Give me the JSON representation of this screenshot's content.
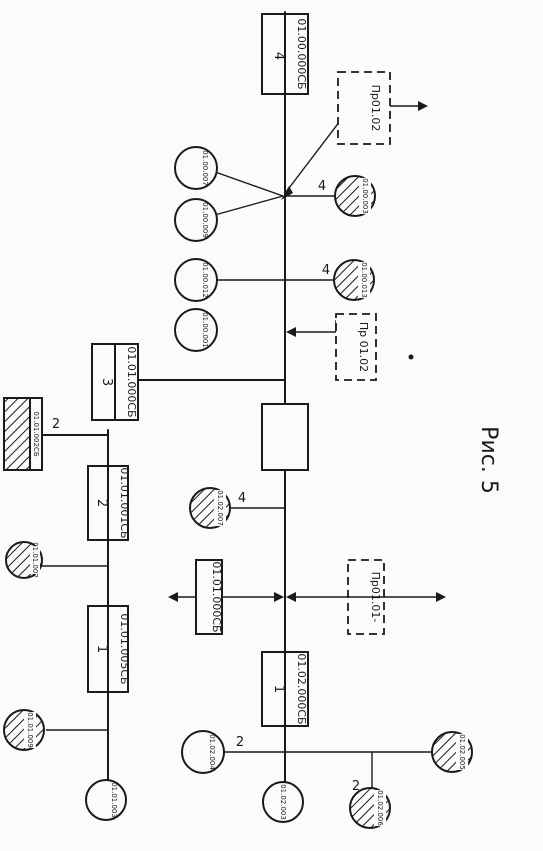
{
  "caption": "Рис. 5",
  "main_line": {
    "top_box": {
      "number": "4",
      "code": "01.00.000СБ"
    },
    "unlabeled_box": {
      "number": "",
      "code": ""
    },
    "box_3": {
      "number": "3",
      "code": "01.01.000СБ"
    },
    "box_1": {
      "number": "1",
      "code": "01.02.000СБ"
    },
    "end_circle": "01.02.003"
  },
  "side_assembly": {
    "box_1": {
      "number": "1",
      "code": "01.01.005СБ"
    },
    "box_2": {
      "number": "2",
      "code": "01.01.001СБ"
    },
    "hatched_rect": {
      "code": "01.01.002СБ",
      "count": "2"
    },
    "circle_small": "01.01.002",
    "circle_top": "01.01.009",
    "circle_end": "01.01.003"
  },
  "main_parts": [
    {
      "code": "01.00.007",
      "hatched": false
    },
    {
      "code": "01.00.009",
      "hatched": false
    },
    {
      "code": "01.00.003",
      "hatched": true,
      "count": "4"
    },
    {
      "code": "01.00.012",
      "hatched": false
    },
    {
      "code": "01.00.013",
      "hatched": true,
      "count": "4"
    },
    {
      "code": "01.00.001",
      "hatched": false
    },
    {
      "code": "01.02.007",
      "hatched": true,
      "count": "4"
    }
  ],
  "lower_branch": {
    "count": "2",
    "circle_a": "01.02.004",
    "circle_b": "01.02.005",
    "circle_c": {
      "code": "01.02.006",
      "count": "2"
    }
  },
  "external": {
    "box_upper": "Пр01.02",
    "box_middle": "Пр 01.02",
    "box_lower": "Пр01.01-",
    "box_solid": "01.01.000СБ"
  }
}
